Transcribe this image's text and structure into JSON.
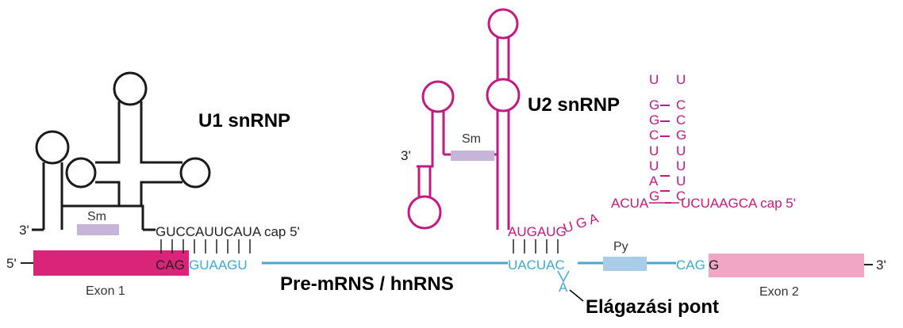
{
  "colors": {
    "u1_black": "#1a1a1a",
    "u2_magenta": "#c21a82",
    "rna_blue": "#3fa9d8",
    "exon1": "#d9247a",
    "exon2": "#f0a6c4",
    "sm_box": "#c6b5d9",
    "py_box": "#a9cde8",
    "text_dark": "#222222"
  },
  "labels": {
    "u1_title": "U1 snRNP",
    "u2_title": "U2 snRNP",
    "premrna_title": "Pre-mRNS / hnRNS",
    "branch_point": "Elágazási pont",
    "sm_u1": "Sm",
    "sm_u2": "Sm",
    "py": "Py",
    "exon1": "Exon 1",
    "exon2": "Exon 2",
    "five_prime_left": "5'",
    "three_prime_right": "3'",
    "u1_three_prime": "3'",
    "u2_three_prime": "3'"
  },
  "sequences": {
    "u1_strand_top": "GUCCAUUCAUA cap 5'",
    "exon1_cag": "CAG",
    "intron_5ss": "GUAAGU",
    "u2_pair_top": "AUGAUG",
    "u2_gap": "U G A",
    "u2_after_stem_left": "ACUA",
    "u2_after_stem_right": "UCUAAGCA cap 5'",
    "branch_seq": "UACUAC",
    "branch_a": "A",
    "cag_3ss": "CAG",
    "exon2_g": "G",
    "hairpin_loop_left": "U",
    "hairpin_loop_right": "U",
    "hairpin_left_strand": [
      "G",
      "G",
      "C",
      "U",
      "U",
      "A",
      "G"
    ],
    "hairpin_right_strand": [
      "C",
      "C",
      "G",
      "U",
      "U",
      "U",
      "C"
    ]
  }
}
